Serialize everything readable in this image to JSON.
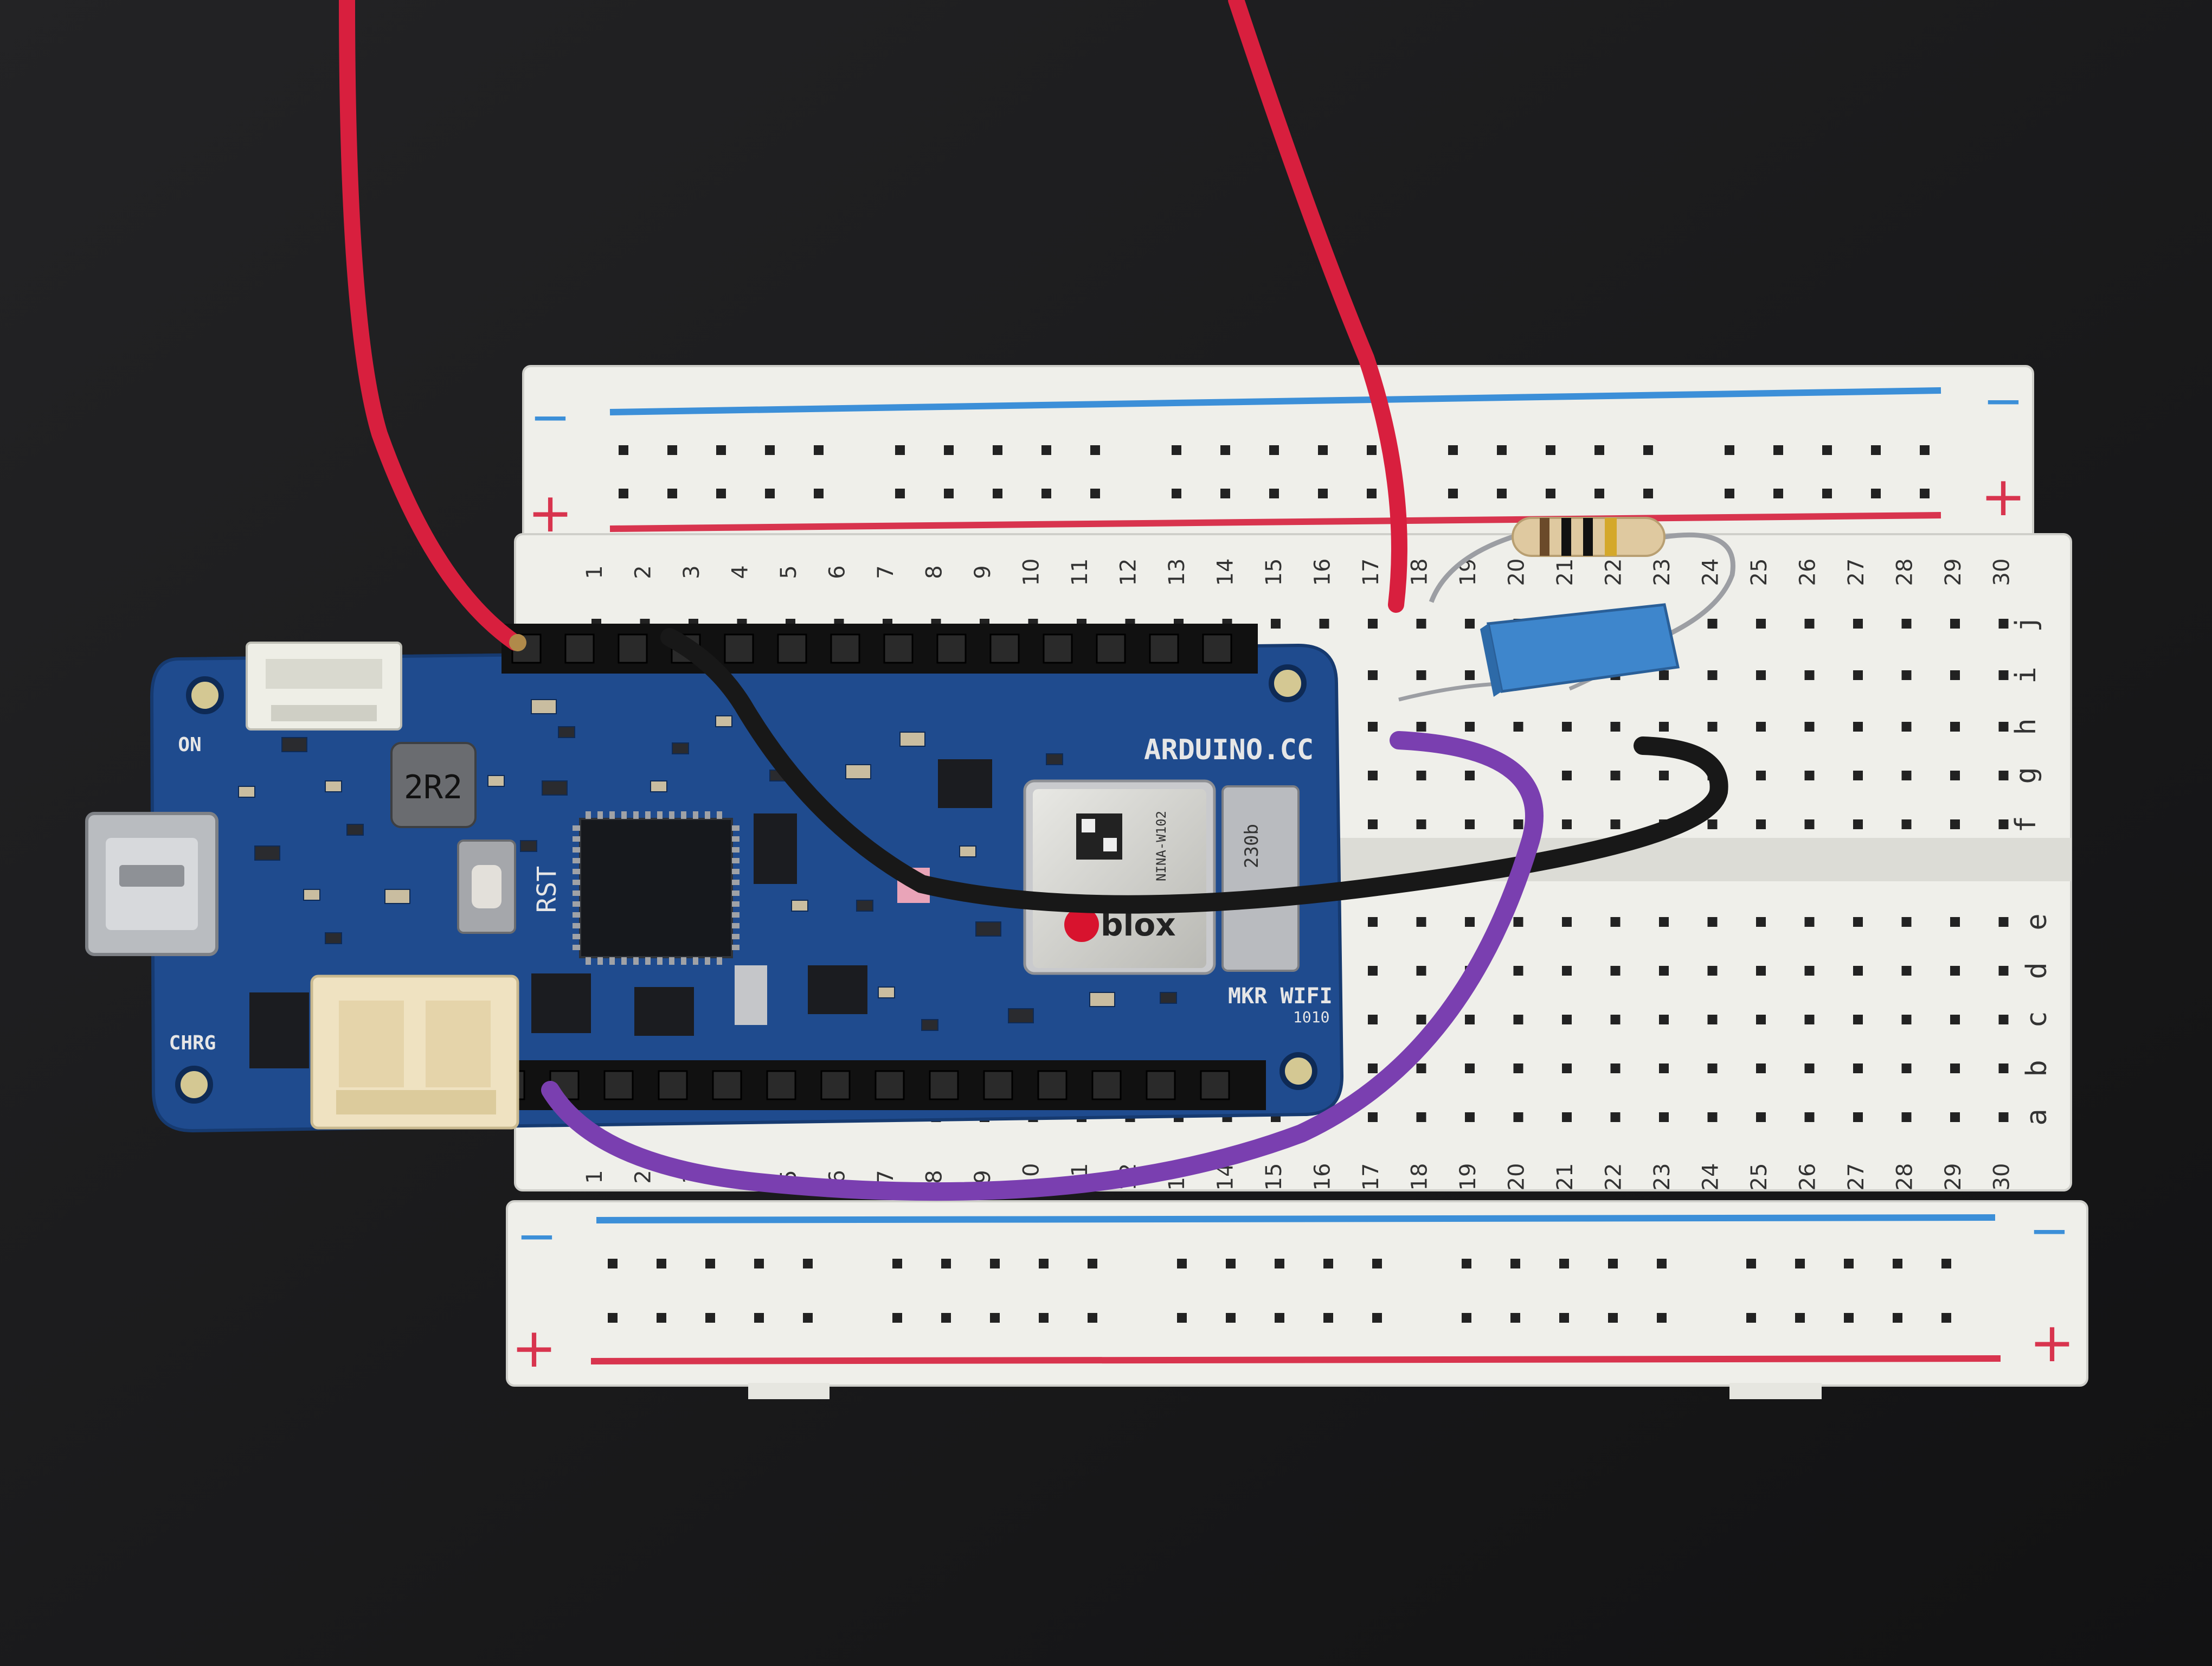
{
  "colors": {
    "desk": "#1c1c1e",
    "breadboard": "#efefea",
    "rail_blue": "#3c8fd8",
    "rail_red": "#d8344e",
    "pcb": "#1f4b8e",
    "wire_red": "#d81f3e",
    "wire_black": "#181818",
    "wire_purple": "#7a3fb0"
  },
  "breadboard": {
    "rail_minus": "−",
    "rail_plus": "+",
    "columns": [
      "1",
      "2",
      "3",
      "4",
      "5",
      "6",
      "7",
      "8",
      "9",
      "10",
      "11",
      "12",
      "13",
      "14",
      "15",
      "16",
      "17",
      "18",
      "19",
      "20",
      "21",
      "22",
      "23",
      "24",
      "25",
      "26",
      "27",
      "28",
      "29",
      "30"
    ],
    "rows_top": [
      "j",
      "i",
      "h",
      "g",
      "f"
    ],
    "rows_bottom": [
      "e",
      "d",
      "c",
      "b",
      "a"
    ]
  },
  "board": {
    "brand": "ARDUINO.CC",
    "model_line1": "MKR WIFI",
    "model_line2": "1010",
    "label_on": "ON",
    "label_chrg": "CHRG",
    "label_rst": "RST",
    "inductor": "2R2",
    "module_vendor": "blox",
    "module_code": "NINA-W102",
    "crystal": "230b"
  },
  "icons": [
    "resistor-icon",
    "potentiometer-icon",
    "usb-port-icon",
    "reset-button-icon"
  ]
}
